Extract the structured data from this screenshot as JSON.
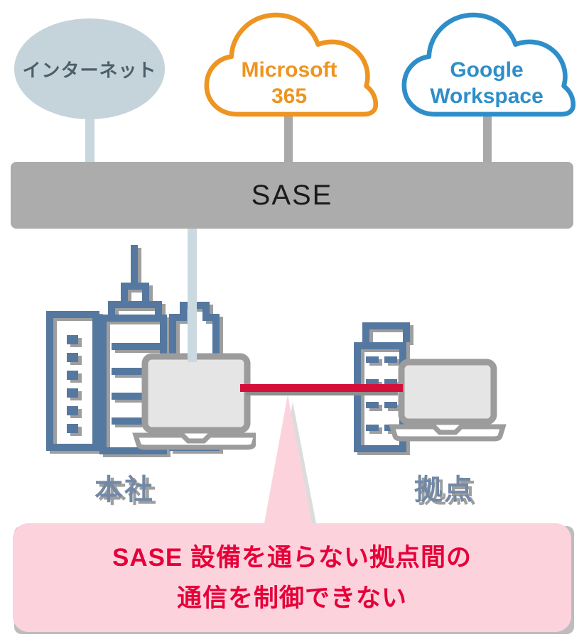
{
  "clouds": {
    "internet": {
      "label": "インターネット"
    },
    "microsoft": {
      "line1": "Microsoft",
      "line2": "365"
    },
    "google": {
      "line1": "Google",
      "line2": "Workspace"
    }
  },
  "sase": {
    "label": "SASE"
  },
  "sites": {
    "headquarters": {
      "label": "本社"
    },
    "branch": {
      "label": "拠点"
    }
  },
  "callout": {
    "line1": "SASE 設備を通らない拠点間の",
    "line2": "通信を制御できない"
  },
  "icons": {
    "internet_cloud": "gray-ellipse-cloud",
    "microsoft_cloud": "orange-outline-cloud",
    "google_cloud": "blue-outline-cloud",
    "headquarters_icon": "office-buildings-with-laptop",
    "branch_icon": "office-building-with-laptop",
    "connection_line": "red-direct-link-line",
    "callout_pointer": "pink-triangle-pointer"
  },
  "colors": {
    "internet_cloud_fill": "#C5D3DA",
    "internet_text": "#4D5E6B",
    "microsoft_accent": "#EE9420",
    "google_accent": "#2E8EC9",
    "sase_bar": "#ACACAC",
    "sase_text": "#1A1A1A",
    "building_blue": "#5578A0",
    "shadow_gray": "#9E9E9E",
    "stem_light_blue": "#CBDAE1",
    "stem_gray": "#A9A9A9",
    "red_line": "#D50F3A",
    "callout_bg": "#FCD3DD",
    "callout_text": "#E60039",
    "site_label_blue": "#7289A6",
    "laptop_screen": "#E5E5E5",
    "laptop_border": "#9C9C9C"
  }
}
